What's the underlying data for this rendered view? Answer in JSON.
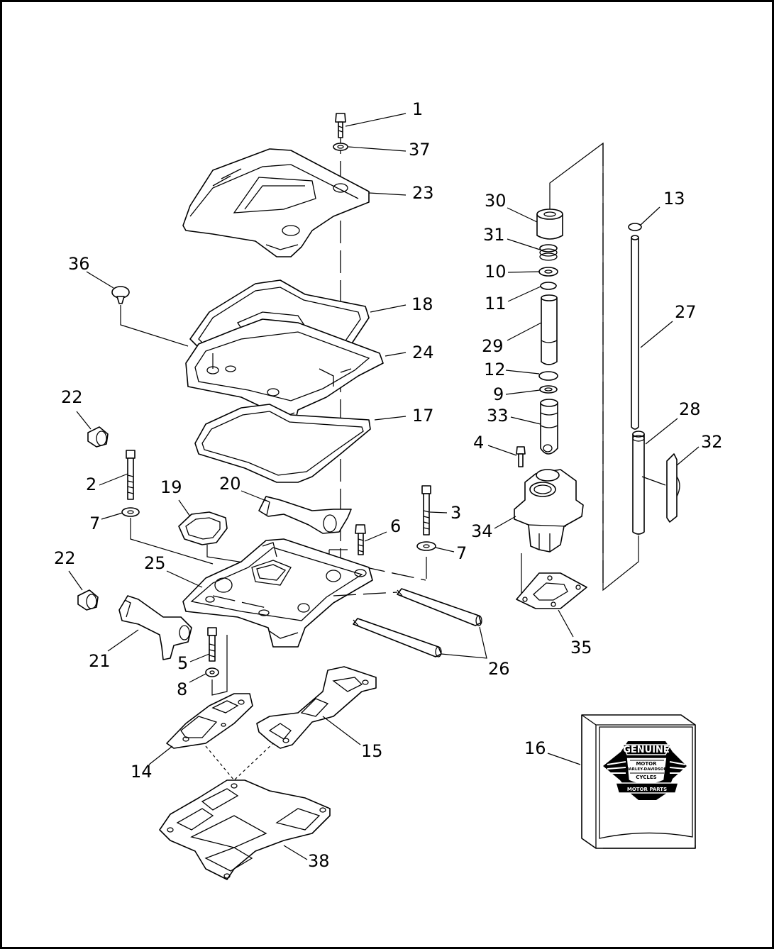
{
  "callouts": {
    "c1": "1",
    "c37": "37",
    "c23": "23",
    "c36": "36",
    "c18": "18",
    "c24": "24",
    "c17": "17",
    "c22a": "22",
    "c22b": "22",
    "c2": "2",
    "c7a": "7",
    "c7b": "7",
    "c19": "19",
    "c20": "20",
    "c3": "3",
    "c6": "6",
    "c25": "25",
    "c21": "21",
    "c5": "5",
    "c8": "8",
    "c26": "26",
    "c14": "14",
    "c15": "15",
    "c38": "38",
    "c30": "30",
    "c31": "31",
    "c10": "10",
    "c11": "11",
    "c29": "29",
    "c12": "12",
    "c9": "9",
    "c33": "33",
    "c4": "4",
    "c34": "34",
    "c35": "35",
    "c13": "13",
    "c27": "27",
    "c28": "28",
    "c32": "32",
    "c16": "16"
  },
  "logo": {
    "genuine": "GENUINE",
    "motor": "MOTOR",
    "brand": "HARLEY-DAVIDSON",
    "cycles": "CYCLES",
    "motor_parts": "MOTOR PARTS"
  }
}
